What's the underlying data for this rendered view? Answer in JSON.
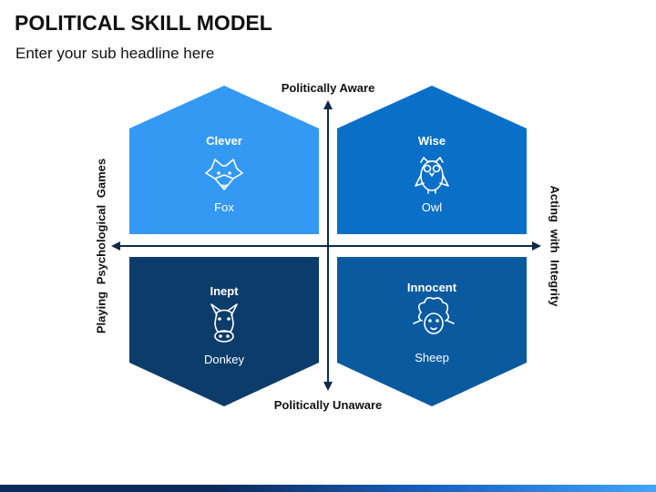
{
  "title": "POLITICAL SKILL MODEL",
  "subtitle": "Enter your sub headline here",
  "axes": {
    "top": "Politically Aware",
    "bottom": "Politically Unaware",
    "left": "Playing Psychological Games",
    "right": "Acting with Integrity"
  },
  "quadrants": {
    "top_left": {
      "title": "Clever",
      "animal": "Fox",
      "icon": "fox-icon",
      "color": "#3399f3"
    },
    "top_right": {
      "title": "Wise",
      "animal": "Owl",
      "icon": "owl-icon",
      "color": "#0a6fc7"
    },
    "bottom_left": {
      "title": "Inept",
      "animal": "Donkey",
      "icon": "donkey-icon",
      "color": "#0c3c6a"
    },
    "bottom_right": {
      "title": "Innocent",
      "animal": "Sheep",
      "icon": "sheep-icon",
      "color": "#0a5aa0"
    }
  },
  "colors": {
    "axis": "#0c2a4a",
    "footer": [
      "#0b2a5c",
      "#1862c4",
      "#42a5f5"
    ]
  }
}
